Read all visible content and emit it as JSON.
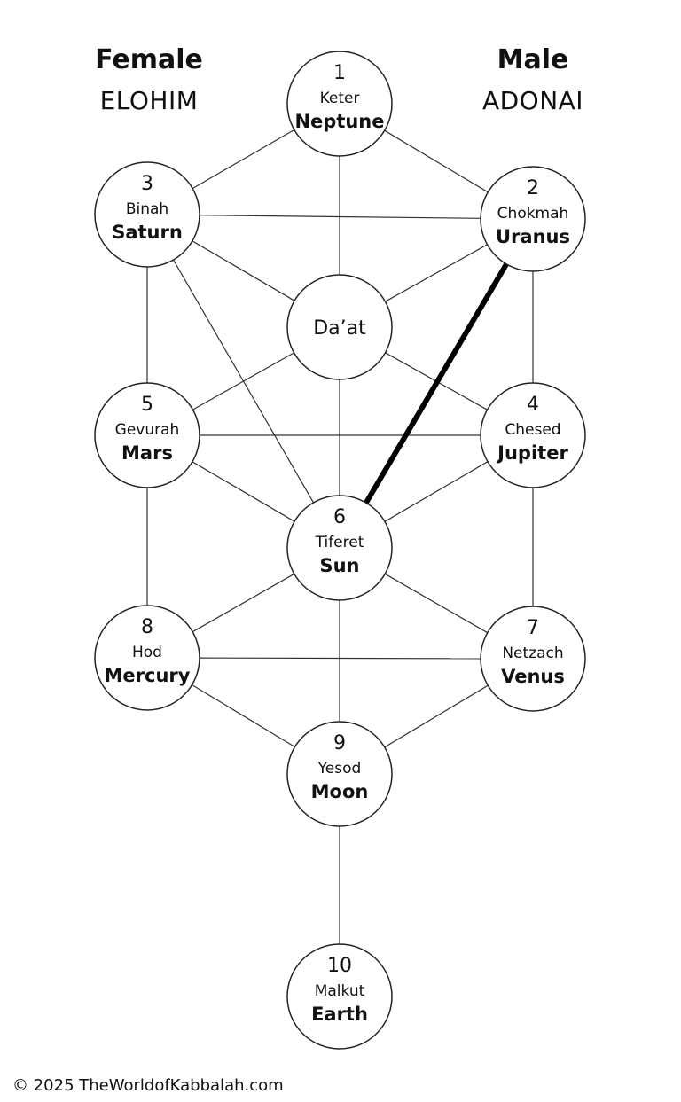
{
  "headings": {
    "left": {
      "label": "Female",
      "name": "ELOHIM"
    },
    "right": {
      "label": "Male",
      "name": "ADONAI"
    }
  },
  "footer": "© 2025 TheWorldofKabbalah.com",
  "sephirot": [
    {
      "id": "keter",
      "number": "1",
      "name": "Keter",
      "planet": "Neptune"
    },
    {
      "id": "chokmah",
      "number": "2",
      "name": "Chokmah",
      "planet": "Uranus"
    },
    {
      "id": "binah",
      "number": "3",
      "name": "Binah",
      "planet": "Saturn"
    },
    {
      "id": "daat",
      "number": "",
      "name": "Da’at",
      "planet": ""
    },
    {
      "id": "chesed",
      "number": "4",
      "name": "Chesed",
      "planet": "Jupiter"
    },
    {
      "id": "gevurah",
      "number": "5",
      "name": "Gevurah",
      "planet": "Mars"
    },
    {
      "id": "tiferet",
      "number": "6",
      "name": "Tiferet",
      "planet": "Sun"
    },
    {
      "id": "netzach",
      "number": "7",
      "name": "Netzach",
      "planet": "Venus"
    },
    {
      "id": "hod",
      "number": "8",
      "name": "Hod",
      "planet": "Mercury"
    },
    {
      "id": "yesod",
      "number": "9",
      "name": "Yesod",
      "planet": "Moon"
    },
    {
      "id": "malkut",
      "number": "10",
      "name": "Malkut",
      "planet": "Earth"
    }
  ],
  "paths": [
    {
      "from": "keter",
      "to": "binah"
    },
    {
      "from": "keter",
      "to": "chokmah"
    },
    {
      "from": "keter",
      "to": "daat"
    },
    {
      "from": "binah",
      "to": "chokmah"
    },
    {
      "from": "binah",
      "to": "daat"
    },
    {
      "from": "chokmah",
      "to": "daat"
    },
    {
      "from": "binah",
      "to": "gevurah"
    },
    {
      "from": "binah",
      "to": "tiferet"
    },
    {
      "from": "chokmah",
      "to": "chesed"
    },
    {
      "from": "daat",
      "to": "gevurah"
    },
    {
      "from": "daat",
      "to": "chesed"
    },
    {
      "from": "daat",
      "to": "tiferet"
    },
    {
      "from": "gevurah",
      "to": "chesed"
    },
    {
      "from": "gevurah",
      "to": "tiferet"
    },
    {
      "from": "chesed",
      "to": "tiferet"
    },
    {
      "from": "gevurah",
      "to": "hod"
    },
    {
      "from": "chesed",
      "to": "netzach"
    },
    {
      "from": "tiferet",
      "to": "hod"
    },
    {
      "from": "tiferet",
      "to": "netzach"
    },
    {
      "from": "tiferet",
      "to": "yesod"
    },
    {
      "from": "hod",
      "to": "netzach"
    },
    {
      "from": "hod",
      "to": "yesod"
    },
    {
      "from": "netzach",
      "to": "yesod"
    },
    {
      "from": "yesod",
      "to": "malkut"
    },
    {
      "from": "chokmah",
      "to": "tiferet",
      "highlight": true
    }
  ],
  "colors": {
    "line": "#333333",
    "highlight": "#000000",
    "node_fill": "#ffffff",
    "node_stroke": "#222222"
  }
}
